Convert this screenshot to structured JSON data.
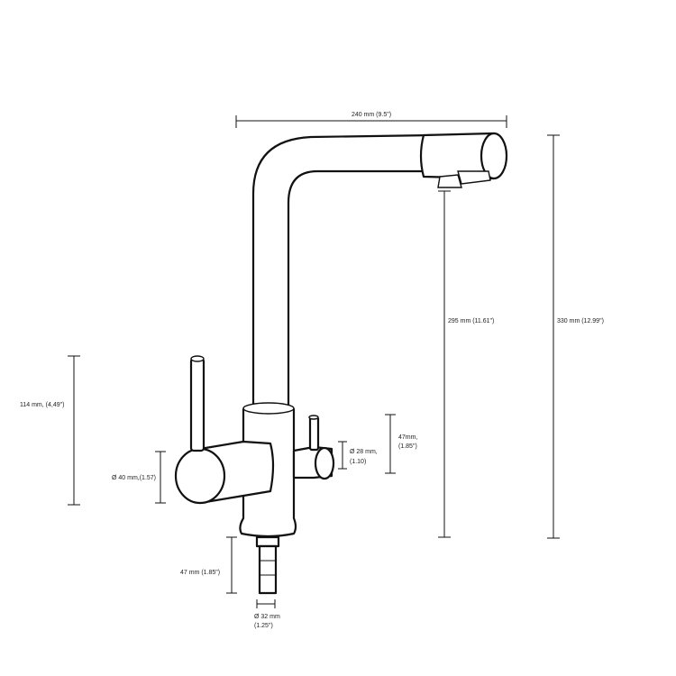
{
  "dimensions": {
    "spout_reach": "240 mm (9.5\")",
    "total_height": "330 mm (12.99\")",
    "spout_height": "295 mm (11.61\")",
    "lever_height": "114 mm, (4,49\")",
    "body_diameter": "Ø 40 mm,(1.57)",
    "small_diameter_line1": "Ø 28 mm,",
    "small_diameter_line2": "(1.10)",
    "small_lever_line1": "47mm,",
    "small_lever_line2": "(1.85\")",
    "shank_length": "47 mm (1.85\")",
    "shank_diameter_line1": "Ø 32 mm",
    "shank_diameter_line2": "(1.25\")"
  },
  "colors": {
    "line": "#111111",
    "background": "#ffffff"
  }
}
